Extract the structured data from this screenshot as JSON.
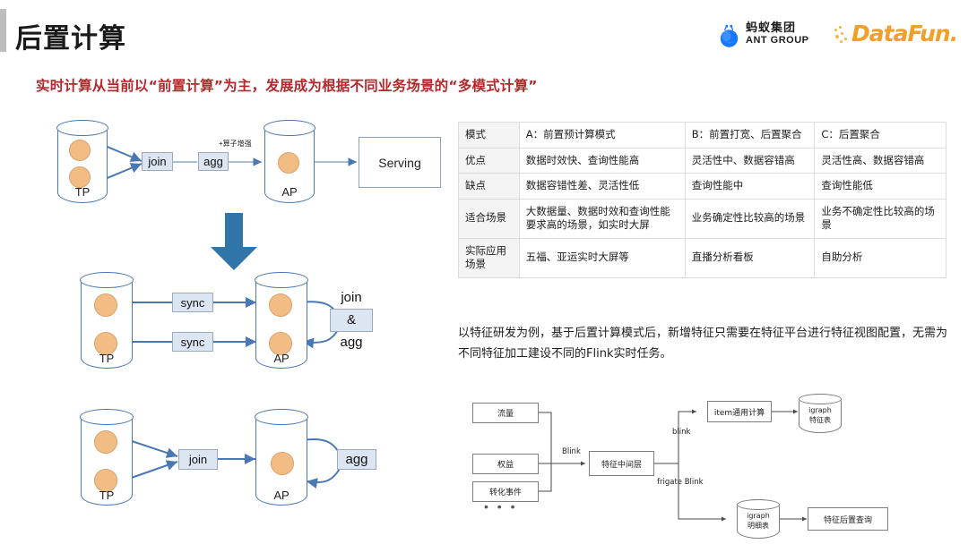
{
  "header": {
    "title": "后置计算",
    "ant_logo": {
      "cn": "蚂蚁集团",
      "en": "ANT GROUP",
      "mark": "ant-logo-icon"
    },
    "datafun_logo": {
      "text": "DataFun.",
      "mark": "datafun-logo-icon"
    }
  },
  "headline": "实时计算从当前以“前置计算”为主，发展成为根据不同业务场景的“多模式计算”",
  "diagrams": {
    "top": {
      "source_db": "TP",
      "target_db": "AP",
      "join_tag": "join",
      "agg_tag": "agg",
      "agg_note": "+算子增强",
      "serving_box": "Serving"
    },
    "middle": {
      "source_db": "TP",
      "target_db": "AP",
      "sync_tag_1": "sync",
      "sync_tag_2": "sync",
      "joinagg_tag": "join\n&\nagg",
      "joinagg_line1": "join",
      "joinagg_line2": "&",
      "joinagg_line3": "agg"
    },
    "bottom": {
      "source_db": "TP",
      "target_db": "AP",
      "join_tag": "join",
      "agg_tag": "agg"
    }
  },
  "table": {
    "rows": [
      {
        "head": "模式",
        "a": "A：前置预计算模式",
        "b": "B：前置打宽、后置聚合",
        "c": "C：后置聚合"
      },
      {
        "head": "优点",
        "a": "数据时效快、查询性能高",
        "b": "灵活性中、数据容错高",
        "c": "灵活性高、数据容错高"
      },
      {
        "head": "缺点",
        "a": "数据容错性差、灵活性低",
        "b": "查询性能中",
        "c": "查询性能低"
      },
      {
        "head": "适合场景",
        "a": "大数据量、数据时效和查询性能要求高的场景，如实时大屏",
        "b": "业务确定性比较高的场景",
        "c": "业务不确定性比较高的场景"
      },
      {
        "head": "实际应用场景",
        "a": "五福、亚运实时大屏等",
        "b": "直播分析看板",
        "c": "自助分析"
      }
    ]
  },
  "paragraph": "以特征研发为例，基于后置计算模式后，新增特征只需要在特征平台进行特征视图配置，无需为不同特征加工建设不同的Flink实时任务。",
  "flow": {
    "sources": [
      "流量",
      "权益",
      "转化事件"
    ],
    "ellipsis": "• • •",
    "blink_label": "Blink",
    "mid_box": "特征中间层",
    "blink_branch_label": "blink",
    "frigate_label": "frigate Blink",
    "item_box": "item通用计算",
    "igraph_feature": {
      "line1": "igraph",
      "line2": "特征表"
    },
    "igraph_detail": {
      "line1": "igraph",
      "line2": "明细表"
    },
    "query_box": "特征后置查询"
  },
  "colors": {
    "accent_red": "#b4272b",
    "db_blue": "#4a78b5",
    "dot_orange": "#f2bd85",
    "tag_fill": "#dce6f2",
    "arrow_blue": "#2e75b6",
    "ant_blue": "#1677ff",
    "datafun_gold": "#f0a02a"
  }
}
